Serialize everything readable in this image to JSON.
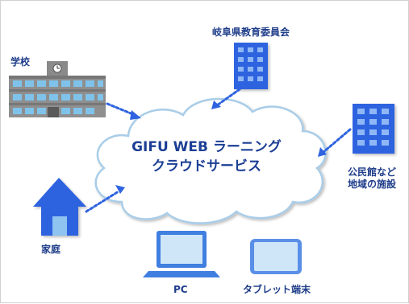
{
  "cloud": {
    "line1": "GIFU WEB ラーニング",
    "line2": "クラウドサービス"
  },
  "nodes": {
    "school": "学校",
    "board": "岐阜県教育委員会",
    "public_facility_line1": "公民館など",
    "public_facility_line2": "地域の施設",
    "home": "家庭",
    "pc": "PC",
    "tablet": "タブレット端末"
  },
  "colors": {
    "accent": "#2f63e0",
    "label": "#1f3d8a",
    "cloud_outline": "#a9cde8",
    "device": "#3f7fe0",
    "screen": "#cfe6f8"
  }
}
